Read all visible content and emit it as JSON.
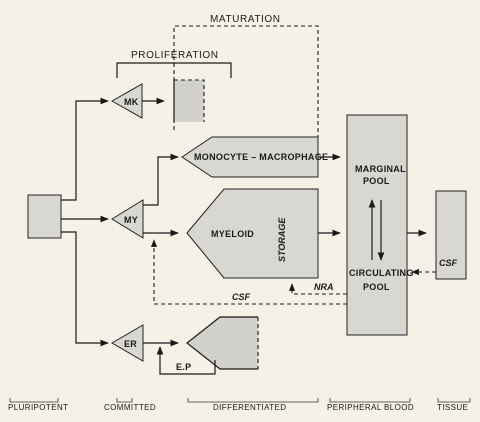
{
  "headers": {
    "maturation": "MATURATION",
    "proliferation": "PROLIFERATION"
  },
  "nodes": {
    "mk": "MK",
    "my": "MY",
    "er": "ER",
    "monocyte": "MONOCYTE – MACROPHAGE",
    "myeloid": "MYELOID",
    "storage": "STORAGE",
    "marginal_line1": "MARGINAL",
    "marginal_line2": "POOL",
    "circulating_line1": "CIRCULATING",
    "circulating_line2": "POOL",
    "ep": "E.P"
  },
  "flows": {
    "csf_bottom": "CSF",
    "nra": "NRA",
    "csf_right": "CSF"
  },
  "stages": {
    "pluripotent": "PLURIPOTENT",
    "committed": "COMMITTED",
    "differentiated": "DIFFERENTIATED",
    "peripheral_blood": "PERIPHERAL  BLOOD",
    "tissue": "TISSUE"
  }
}
